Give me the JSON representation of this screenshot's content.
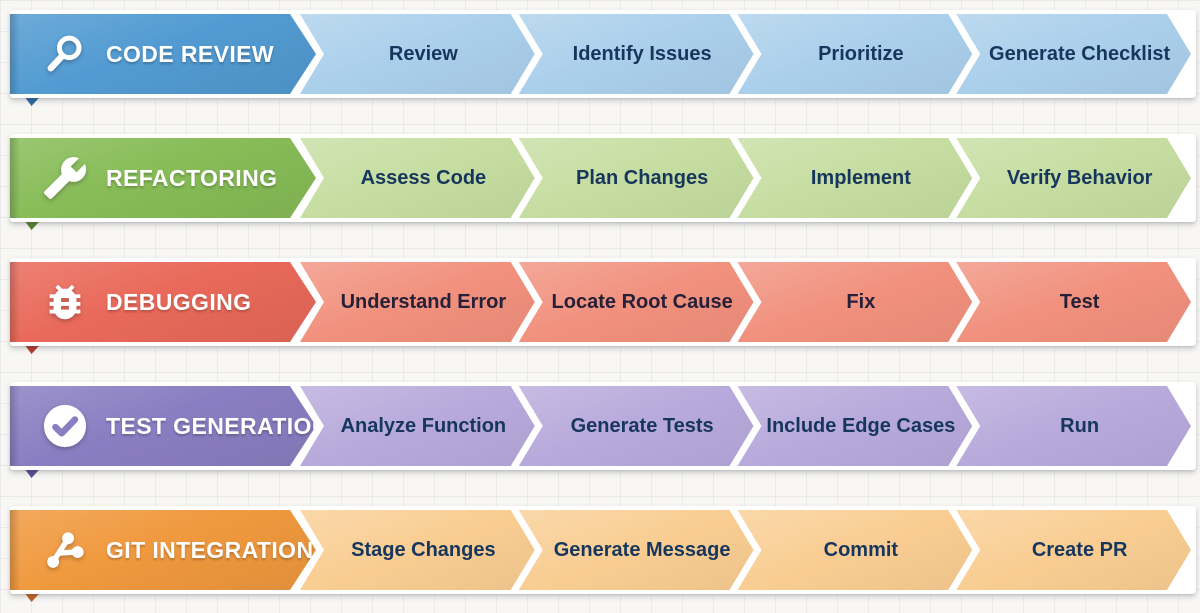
{
  "canvas": {
    "background": "#f8f7f4",
    "grid_line_color": "#c8cdda"
  },
  "workflows": [
    {
      "id": "code-review",
      "title": "CODE REVIEW",
      "icon": "magnifier-icon",
      "colors": {
        "header": "#529bd2",
        "fold": "#2a6ba3",
        "step_bg": "#aacfeb",
        "step_text": "#17365d"
      },
      "steps": [
        "Review",
        "Identify Issues",
        "Prioritize",
        "Generate Checklist"
      ]
    },
    {
      "id": "refactoring",
      "title": "REFACTORING",
      "icon": "wrench-icon",
      "colors": {
        "header": "#87bc57",
        "fold": "#55822e",
        "step_bg": "#c5dda0",
        "step_text": "#17365d"
      },
      "steps": [
        "Assess Code",
        "Plan Changes",
        "Implement",
        "Verify Behavior"
      ]
    },
    {
      "id": "debugging",
      "title": "DEBUGGING",
      "icon": "bug-icon",
      "colors": {
        "header": "#e9695a",
        "fold": "#b33d2e",
        "step_bg": "#f1907d",
        "step_text": "#262138"
      },
      "steps": [
        "Understand Error",
        "Locate Root Cause",
        "Fix",
        "Test"
      ]
    },
    {
      "id": "test-generation",
      "title": "TEST GENERATION",
      "icon": "check-circle-icon",
      "colors": {
        "header": "#8a7ec2",
        "fold": "#574c93",
        "step_bg": "#b7a9db",
        "step_text": "#17365d"
      },
      "steps": [
        "Analyze Function",
        "Generate Tests",
        "Include Edge Cases",
        "Run"
      ]
    },
    {
      "id": "git-integration",
      "title": "GIT INTEGRATION",
      "icon": "git-branch-icon",
      "colors": {
        "header": "#f0993e",
        "fold": "#c06420",
        "step_bg": "#f9cd92",
        "step_text": "#17365d"
      },
      "steps": [
        "Stage Changes",
        "Generate Message",
        "Commit",
        "Create PR"
      ]
    }
  ]
}
